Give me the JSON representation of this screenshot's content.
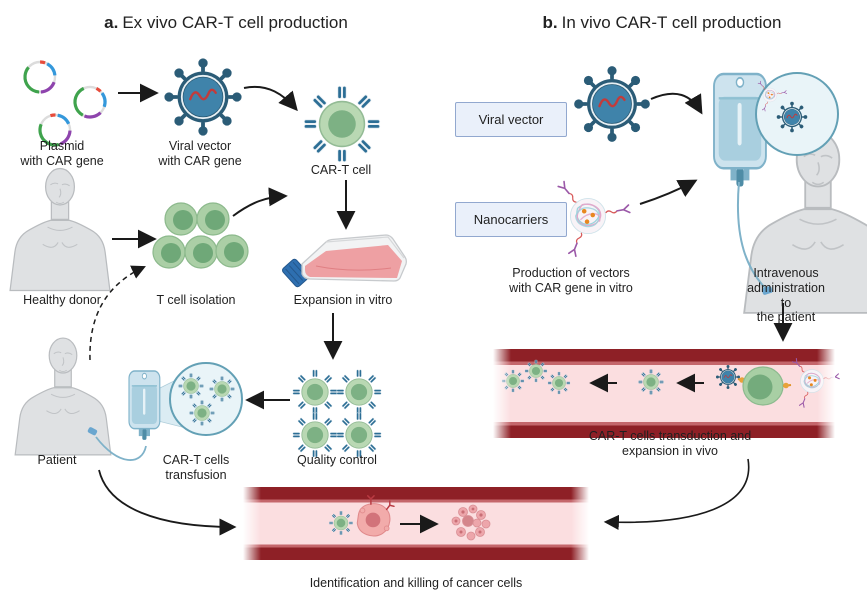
{
  "figure": {
    "panel_a": {
      "title_prefix": "a.",
      "title": "Ex vivo CAR-T cell production",
      "labels": {
        "plasmid": "Plasmid\nwith CAR gene",
        "viral_vector": "Viral vector\nwith CAR gene",
        "cart_cell": "CAR-T cell",
        "healthy_donor": "Healthy donor",
        "t_cell_isolation": "T cell isolation",
        "expansion": "Expansion in vitro",
        "quality_control": "Quality control",
        "transfusion": "CAR-T cells\ntransfusion",
        "patient": "Patient"
      }
    },
    "panel_b": {
      "title_prefix": "b.",
      "title": "In vivo CAR-T cell production",
      "boxes": {
        "viral_vector": "Viral vector",
        "nanocarriers": "Nanocarriers"
      },
      "labels": {
        "production": "Production of vectors\nwith CAR gene in vitro",
        "intravenous": "Intravenous administration to\nthe patient",
        "transduction": "CAR-T cells transduction and expansion in vivo"
      }
    },
    "shared": {
      "identification": "Identification and killing of cancer cells"
    }
  },
  "colors": {
    "box_fill": "#eaf0fa",
    "box_border": "#92a8cf",
    "virus_outer": "#2b5c77",
    "virus_inner": "#3f83aa",
    "rna_red": "#c23b3b",
    "cell_green": "#b9d8b3",
    "cell_nucleus": "#7db184",
    "receptor_blue": "#2c6e95",
    "vessel_dark": "#8e2026",
    "vessel_mid": "#c4666b",
    "vessel_lumen": "#fbdee0",
    "human_gray": "#dfe1e3",
    "ivbag_blue": "#cde3ee",
    "cancer_pink": "#f2abaa",
    "plasmid_green": "#3fa34d",
    "plasmid_purple": "#8e44ad",
    "plasmid_blue": "#3498db",
    "plasmid_red": "#e74c3c",
    "nano_strand_blue": "#9cd2dc",
    "nano_strand_pink": "#e3a8cb",
    "nano_dot_orange": "#e8871f",
    "antibody_purple": "#9b59a8",
    "arrow_black": "#1a1a1a"
  },
  "icons": {
    "plasmid-icon": "three circular plasmids with colored gene segments",
    "viral-vector-icon": "enveloped virus particle with RNA squiggle",
    "cart-cell-icon": "green T cell with blue CAR receptors",
    "human-figure-icon": "gray human bust",
    "t-cell-cluster-icon": "cluster of five green T cells",
    "flask-icon": "tilted culture flask with pink medium and blue cap",
    "iv-bag-icon": "blue infusion bag with drip line",
    "magnifier-icon": "zoom circle callout",
    "nanocarrier-icon": "polymer nanoparticle with antibody arms",
    "blood-vessel-icon": "red blood vessel segment",
    "cancer-cell-icon": "pink tumor cell",
    "dead-cancer-cells-icon": "fragmented tumor cell debris"
  }
}
